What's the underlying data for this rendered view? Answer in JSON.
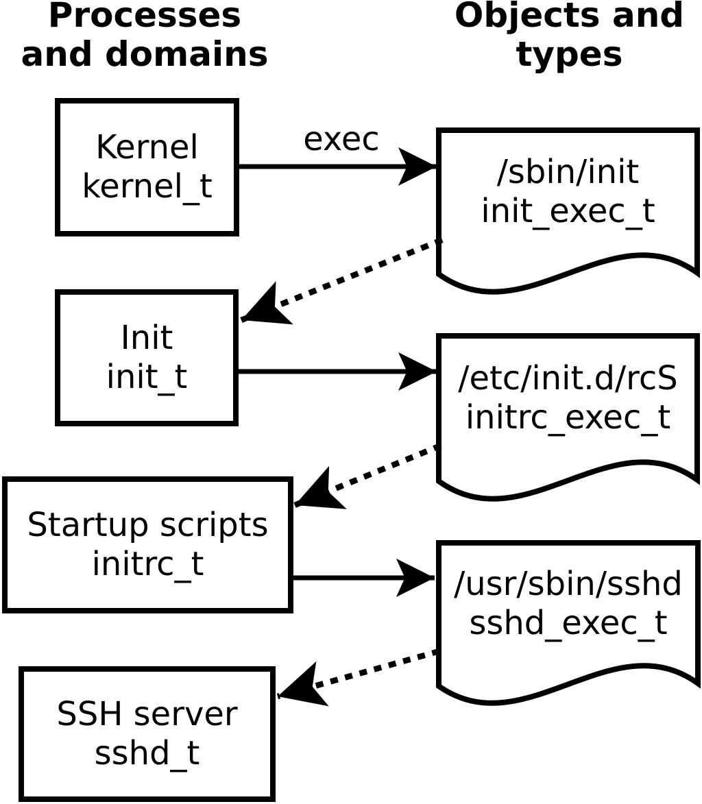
{
  "headers": {
    "left": [
      "Processes",
      "and domains"
    ],
    "right": [
      "Objects and",
      "types"
    ]
  },
  "arrow_label": "exec",
  "process_nodes": [
    {
      "name": "Kernel",
      "domain": "kernel_t"
    },
    {
      "name": "Init",
      "domain": "init_t"
    },
    {
      "name": "Startup scripts",
      "domain": "initrc_t"
    },
    {
      "name": "SSH server",
      "domain": "sshd_t"
    }
  ],
  "object_nodes": [
    {
      "path": "/sbin/init",
      "type": "init_exec_t"
    },
    {
      "path": "/etc/init.d/rcS",
      "type": "initrc_exec_t"
    },
    {
      "path": "/usr/sbin/sshd",
      "type": "sshd_exec_t"
    }
  ],
  "edges": [
    {
      "from": "kernel_t",
      "to": "/sbin/init",
      "style": "solid",
      "label": "exec"
    },
    {
      "from": "/sbin/init",
      "to": "init_t",
      "style": "dotted",
      "label": ""
    },
    {
      "from": "init_t",
      "to": "/etc/init.d/rcS",
      "style": "solid",
      "label": ""
    },
    {
      "from": "/etc/init.d/rcS",
      "to": "initrc_t",
      "style": "dotted",
      "label": ""
    },
    {
      "from": "initrc_t",
      "to": "/usr/sbin/sshd",
      "style": "solid",
      "label": ""
    },
    {
      "from": "/usr/sbin/sshd",
      "to": "sshd_t",
      "style": "dotted",
      "label": ""
    }
  ],
  "colors": {
    "ink": "#000000",
    "paper": "#ffffff"
  }
}
